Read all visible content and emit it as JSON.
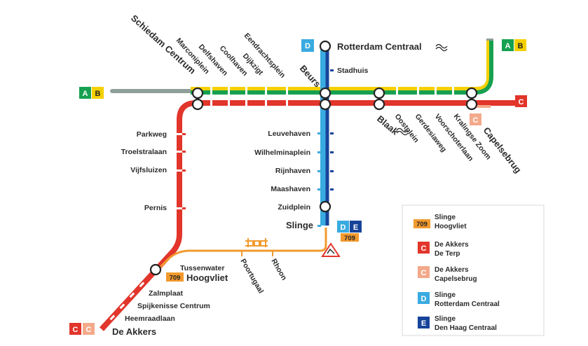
{
  "colors": {
    "metro_a": "#16a150",
    "metro_b": "#f5d000",
    "metro_c": "#e2352b",
    "metro_c_light": "#f3a98a",
    "metro_d": "#3aabe0",
    "metro_e": "#17449a",
    "bus_709": "#f29a2e",
    "gray_track": "#8f9f9a"
  },
  "badges": {
    "a": "A",
    "b": "B",
    "c": "C",
    "d": "D",
    "e": "E",
    "bus": "709"
  },
  "stations": {
    "rotterdam_centraal": "Rotterdam Centraal",
    "stadhuis": "Stadhuis",
    "beurs": "Beurs",
    "eendrachtsplein": "Eendrachtsplein",
    "dijkzigt": "Dijkzigt",
    "coolhaven": "Coolhaven",
    "delfshaven": "Delfshaven",
    "marconiplein": "Marconiplein",
    "schiedam_centrum": "Schiedam Centrum",
    "blaak": "Blaak",
    "oostplein": "Oostplein",
    "gerdesiaweg": "Gerdesiaweg",
    "voorschoterlaan": "Voorschoterlaan",
    "kralingse_zoom": "Kralingse Zoom",
    "capelsebrug": "Capelsebrug",
    "parkweg": "Parkweg",
    "troelstralaan": "Troelstralaan",
    "vijfsluizen": "Vijfsluizen",
    "pernis": "Pernis",
    "leuvehaven": "Leuvehaven",
    "wilhelminaplein": "Wilhelminaplein",
    "rijnhaven": "Rijnhaven",
    "maashaven": "Maashaven",
    "zuidplein": "Zuidplein",
    "slinge": "Slinge",
    "tussenwater": "Tussenwater",
    "hoogvliet": "Hoogvliet",
    "poortugaal": "Poortugaal",
    "rhoon": "Rhoon",
    "zalmplaat": "Zalmplaat",
    "spijkenisse_centrum": "Spijkenisse Centrum",
    "heemraadlaan": "Heemraadlaan",
    "de_akkers": "De Akkers"
  },
  "legend": [
    {
      "badge": "709",
      "line1": "Slinge",
      "line2": "Hoogvliet"
    },
    {
      "badge": "C",
      "line1": "De Akkers",
      "line2": "De Terp"
    },
    {
      "badge": "C",
      "line1": "De Akkers",
      "line2": "Capelsebrug"
    },
    {
      "badge": "D",
      "line1": "Slinge",
      "line2": "Rotterdam Centraal"
    },
    {
      "badge": "E",
      "line1": "Slinge",
      "line2": "Den Haag Centraal"
    }
  ],
  "icons": {
    "train": "train-icon",
    "roadworks": "roadworks-warning-icon",
    "construction": "construction-barrier-icon"
  }
}
